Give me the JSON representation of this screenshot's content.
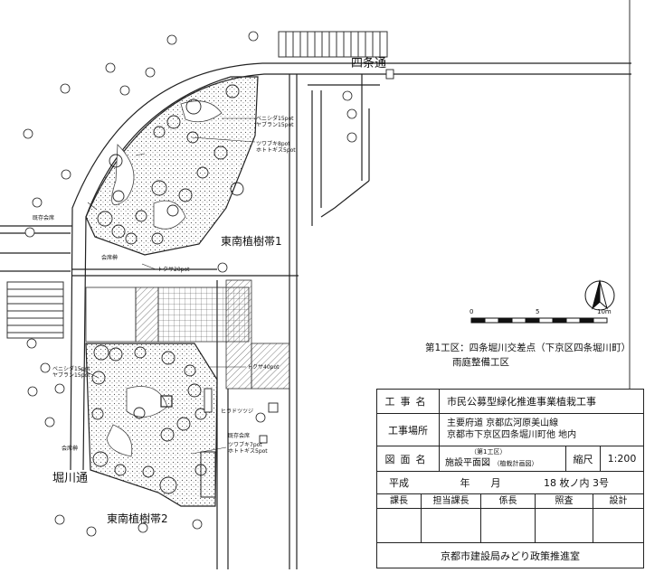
{
  "streets": {
    "shijo": "四条通",
    "horikawa": "堀川通"
  },
  "zones": {
    "belt1": "東南植樹帯1",
    "belt2": "東南植樹帯2"
  },
  "plant_labels": {
    "p1": "ベニシダ15pot",
    "p2": "ヤブラン15pot",
    "p3": "ツワブキ8pot",
    "p4": "ホトトギス5pot",
    "p5": "トクサ20pot",
    "p6": "会席榊",
    "p7": "既存会席",
    "p8": "ベニシダ15pot",
    "p9": "ヤブラン15pot",
    "p10": "トクサ40pot",
    "p11": "ヒラドツツジ",
    "p12": "既存会席",
    "p13": "ツワブキ7pot",
    "p14": "ホトトギス5pot",
    "p15": "会席榊"
  },
  "scale_bar": {
    "tick0": "0",
    "tick5": "5",
    "tick10": "10m"
  },
  "section_note": {
    "line1": "第1工区：四条堀川交差点（下京区四条堀川町）",
    "line2": "雨庭整備工区"
  },
  "title_block": {
    "project_label": "工事名",
    "project_value": "市民公募型緑化推進事業植栽工事",
    "site_label": "工事場所",
    "site_line1": "主要府道 京都広河原美山線",
    "site_line2": "京都市下京区四条堀川町他 地内",
    "drawing_label": "図面名",
    "drawing_sub": "（第1工区）",
    "drawing_value": "施設平面図",
    "drawing_note": "（植栽計画図）",
    "scale_label": "縮尺",
    "scale_value": "1:200",
    "era": "平成",
    "year": "年",
    "month": "月",
    "sheets": "18 枚ノ内 3号",
    "roles": [
      "課長",
      "担当課長",
      "係長",
      "照査",
      "設計"
    ],
    "office": "京都市建設局みどり政策推進室"
  },
  "colors": {
    "ink": "#111111",
    "paper": "#ffffff"
  }
}
